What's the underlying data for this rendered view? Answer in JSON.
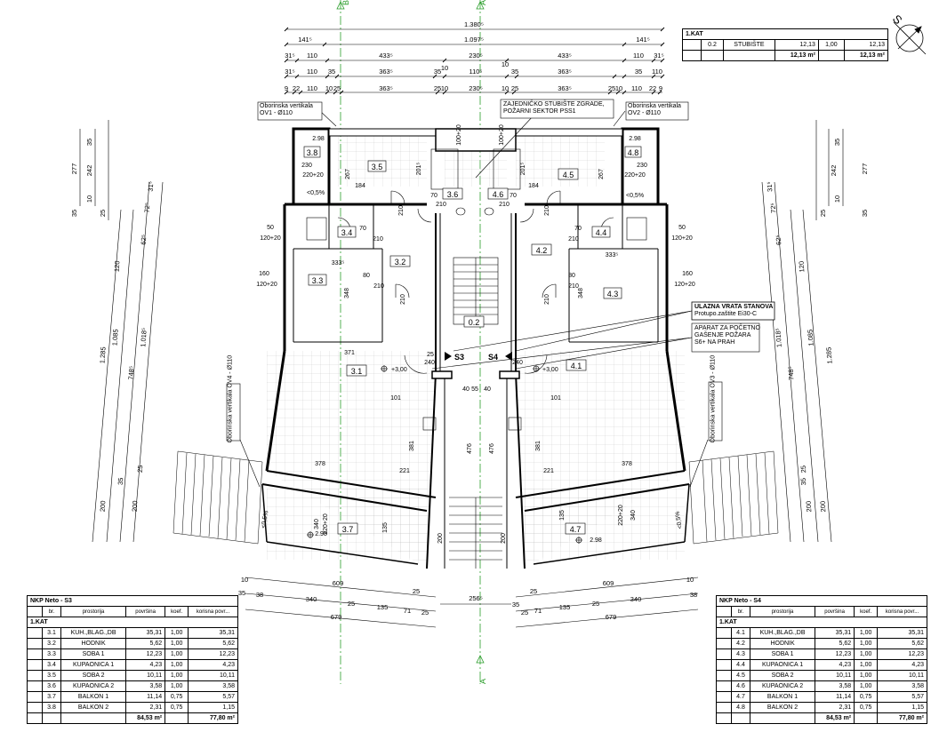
{
  "stair_table": {
    "title": "1.KAT",
    "row": {
      "no": "0.2",
      "name": "STUBIŠTE",
      "area": "12,13",
      "coef": "1,00",
      "usable": "12,13"
    },
    "total_area": "12,13 m²",
    "total_usable": "12,13 m²"
  },
  "s3_table": {
    "title": "NKP Neto - S3",
    "headers": [
      "br.",
      "prostorija",
      "površina",
      "koef.",
      "korisna povr..."
    ],
    "floor": "1.KAT",
    "rows": [
      {
        "no": "3.1",
        "name": "KUH.,BLAG.,DB",
        "area": "35,31",
        "coef": "1,00",
        "usable": "35,31"
      },
      {
        "no": "3.2",
        "name": "HODNIK",
        "area": "5,62",
        "coef": "1,00",
        "usable": "5,62"
      },
      {
        "no": "3.3",
        "name": "SOBA 1",
        "area": "12,23",
        "coef": "1,00",
        "usable": "12,23"
      },
      {
        "no": "3.4",
        "name": "KUPAONICA 1",
        "area": "4,23",
        "coef": "1,00",
        "usable": "4,23"
      },
      {
        "no": "3.5",
        "name": "SOBA 2",
        "area": "10,11",
        "coef": "1,00",
        "usable": "10,11"
      },
      {
        "no": "3.6",
        "name": "KUPAONICA 2",
        "area": "3,58",
        "coef": "1,00",
        "usable": "3,58"
      },
      {
        "no": "3.7",
        "name": "BALKON 1",
        "area": "11,14",
        "coef": "0,75",
        "usable": "5,57"
      },
      {
        "no": "3.8",
        "name": "BALKON 2",
        "area": "2,31",
        "coef": "0,75",
        "usable": "1,15"
      }
    ],
    "total_area": "84,53 m²",
    "total_usable": "77,80 m²"
  },
  "s4_table": {
    "title": "NKP Neto - S4",
    "headers": [
      "br.",
      "prostorija",
      "površina",
      "koef.",
      "korisna povr..."
    ],
    "floor": "1.KAT",
    "rows": [
      {
        "no": "4.1",
        "name": "KUH.,BLAG.,DB",
        "area": "35,31",
        "coef": "1,00",
        "usable": "35,31"
      },
      {
        "no": "4.2",
        "name": "HODNIK",
        "area": "5,62",
        "coef": "1,00",
        "usable": "5,62"
      },
      {
        "no": "4.3",
        "name": "SOBA 1",
        "area": "12,23",
        "coef": "1,00",
        "usable": "12,23"
      },
      {
        "no": "4.4",
        "name": "KUPAONICA 1",
        "area": "4,23",
        "coef": "1,00",
        "usable": "4,23"
      },
      {
        "no": "4.5",
        "name": "SOBA 2",
        "area": "10,11",
        "coef": "1,00",
        "usable": "10,11"
      },
      {
        "no": "4.6",
        "name": "KUPAONICA 2",
        "area": "3,58",
        "coef": "1,00",
        "usable": "3,58"
      },
      {
        "no": "4.7",
        "name": "BALKON 1",
        "area": "11,14",
        "coef": "0,75",
        "usable": "5,57"
      },
      {
        "no": "4.8",
        "name": "BALKON 2",
        "area": "2,31",
        "coef": "0,75",
        "usable": "1,15"
      }
    ],
    "total_area": "84,53 m²",
    "total_usable": "77,80 m²"
  },
  "annotations": {
    "ov1": [
      "Oborinska vertikala",
      "OV1 - Ø110"
    ],
    "ov2": [
      "Oborinska vertikala",
      "OV2 - Ø110"
    ],
    "ov3": "Oborinska vertikala OV3 - Ø110",
    "ov4": "Oborinska vertikala OV4 - Ø110",
    "stair_note": [
      "ZAJEDNIČKO STUBIŠTE ZGRADE,",
      "POŽARNI SEKTOR PSS1"
    ],
    "doors_note": [
      "ULAZNA VRATA STANOVA",
      "Protupo.zaštite Ei30-C"
    ],
    "extinguisher_note": [
      "APARAT ZA POČETNO",
      "GAŠENJE POŽARA",
      "S6+ NA PRAH"
    ]
  },
  "room_tags": [
    "3.1",
    "3.2",
    "3.3",
    "3.4",
    "3.5",
    "3.6",
    "3.7",
    "3.8",
    "4.1",
    "4.2",
    "4.3",
    "4.4",
    "4.5",
    "4.6",
    "4.7",
    "4.8",
    "0.2"
  ],
  "markers": {
    "s3": "S3",
    "s4": "S4",
    "axis_a": "A",
    "axis_b": "B",
    "north": "S"
  },
  "levels": {
    "left": "+3,00",
    "right": "+3,00"
  },
  "slope": "<0,5%",
  "dims_top": {
    "row1": "1.380⁵",
    "row2": [
      "141⁵",
      "1.097⁵",
      "141⁵"
    ],
    "row3": [
      "31⁵",
      "110",
      "433⁵",
      "230⁵",
      "433⁵",
      "110",
      "31⁵"
    ],
    "row4": [
      "31⁵",
      "110",
      "35",
      "363⁵",
      "35",
      "10",
      "110⁵",
      "10",
      "35",
      "363⁵",
      "35",
      "110",
      "31⁵"
    ],
    "row5": [
      "9",
      "22",
      "110",
      "10",
      "25",
      "363⁵",
      "25",
      "10",
      "230⁵",
      "10",
      "25",
      "363⁵",
      "25",
      "10",
      "110",
      "22",
      "9"
    ]
  },
  "dims_bottom_left": [
    "609",
    "25",
    "10",
    "340",
    "25",
    "135",
    "71",
    "25",
    "679",
    "35",
    "38"
  ],
  "dims_bottom_right": [
    "609",
    "25",
    "10",
    "340",
    "25",
    "135",
    "71",
    "25",
    "679",
    "35",
    "38"
  ],
  "dims_center_bottom": "256⁵",
  "dims_left_vertical": [
    "277",
    "35",
    "242",
    "10",
    "35",
    "25",
    "1.285",
    "1.085",
    "120",
    "62⁵",
    "72⁵",
    "31⁵",
    "748⁵",
    "1.018⁵",
    "200",
    "35",
    "200",
    "25"
  ],
  "dims_right_vertical": [
    "277",
    "35",
    "242",
    "10",
    "35",
    "25",
    "1.285",
    "1.085",
    "120",
    "62⁵",
    "72⁵",
    "31⁵",
    "748⁵",
    "1.018⁵",
    "200",
    "35",
    "200",
    "25"
  ],
  "room_dims": [
    "230",
    "220+20",
    "2.98",
    "210",
    "184",
    "10",
    "80",
    "10",
    "70",
    "20",
    "70",
    "120+20",
    "50",
    "160",
    "120+20",
    "333⁵",
    "348",
    "371",
    "101",
    "378",
    "221",
    "340",
    "220+20",
    "135",
    "2.98",
    "200",
    "476",
    "381",
    "100+20",
    "201⁵",
    "267",
    "25",
    "240",
    "40",
    "55",
    "10"
  ]
}
